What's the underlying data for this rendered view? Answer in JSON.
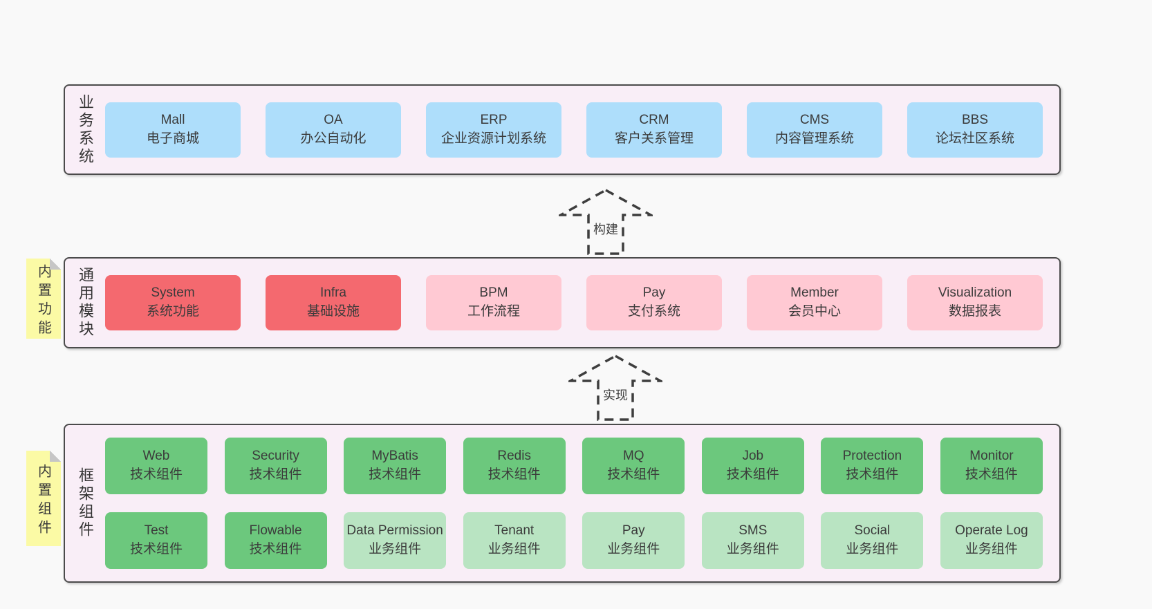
{
  "colors": {
    "page_bg": "#f9f9f9",
    "panel_bg": "#f9eef7",
    "panel_border": "#4b4b4b",
    "blue": "#aedefb",
    "red": "#f4696f",
    "pink": "#ffc9d3",
    "green": "#6cc87d",
    "light_green": "#b9e4c2",
    "note_yellow": "#fbfaa5",
    "text": "#3b3b3b"
  },
  "layers": [
    {
      "label": "业务系统",
      "boxes": [
        {
          "en": "Mall",
          "zh": "电子商城"
        },
        {
          "en": "OA",
          "zh": "办公自动化"
        },
        {
          "en": "ERP",
          "zh": "企业资源计划系统"
        },
        {
          "en": "CRM",
          "zh": "客户关系管理"
        },
        {
          "en": "CMS",
          "zh": "内容管理系统"
        },
        {
          "en": "BBS",
          "zh": "论坛社区系统"
        }
      ]
    },
    {
      "label": "通用模块",
      "note": "内置功能",
      "boxes": [
        {
          "en": "System",
          "zh": "系统功能"
        },
        {
          "en": "Infra",
          "zh": "基础设施"
        },
        {
          "en": "BPM",
          "zh": "工作流程"
        },
        {
          "en": "Pay",
          "zh": "支付系统"
        },
        {
          "en": "Member",
          "zh": "会员中心"
        },
        {
          "en": "Visualization",
          "zh": "数据报表"
        }
      ]
    },
    {
      "label": "框架组件",
      "note": "内置组件",
      "boxes": [
        {
          "en": "Web",
          "zh": "技术组件"
        },
        {
          "en": "Security",
          "zh": "技术组件"
        },
        {
          "en": "MyBatis",
          "zh": "技术组件"
        },
        {
          "en": "Redis",
          "zh": "技术组件"
        },
        {
          "en": "MQ",
          "zh": "技术组件"
        },
        {
          "en": "Job",
          "zh": "技术组件"
        },
        {
          "en": "Protection",
          "zh": "技术组件"
        },
        {
          "en": "Monitor",
          "zh": "技术组件"
        },
        {
          "en": "Test",
          "zh": "技术组件"
        },
        {
          "en": "Flowable",
          "zh": "技术组件"
        },
        {
          "en": "Data Permission",
          "zh": "业务组件"
        },
        {
          "en": "Tenant",
          "zh": "业务组件"
        },
        {
          "en": "Pay",
          "zh": "业务组件"
        },
        {
          "en": "SMS",
          "zh": "业务组件"
        },
        {
          "en": "Social",
          "zh": "业务组件"
        },
        {
          "en": "Operate Log",
          "zh": "业务组件"
        }
      ]
    }
  ],
  "arrows": [
    {
      "label": "构建"
    },
    {
      "label": "实现"
    }
  ]
}
